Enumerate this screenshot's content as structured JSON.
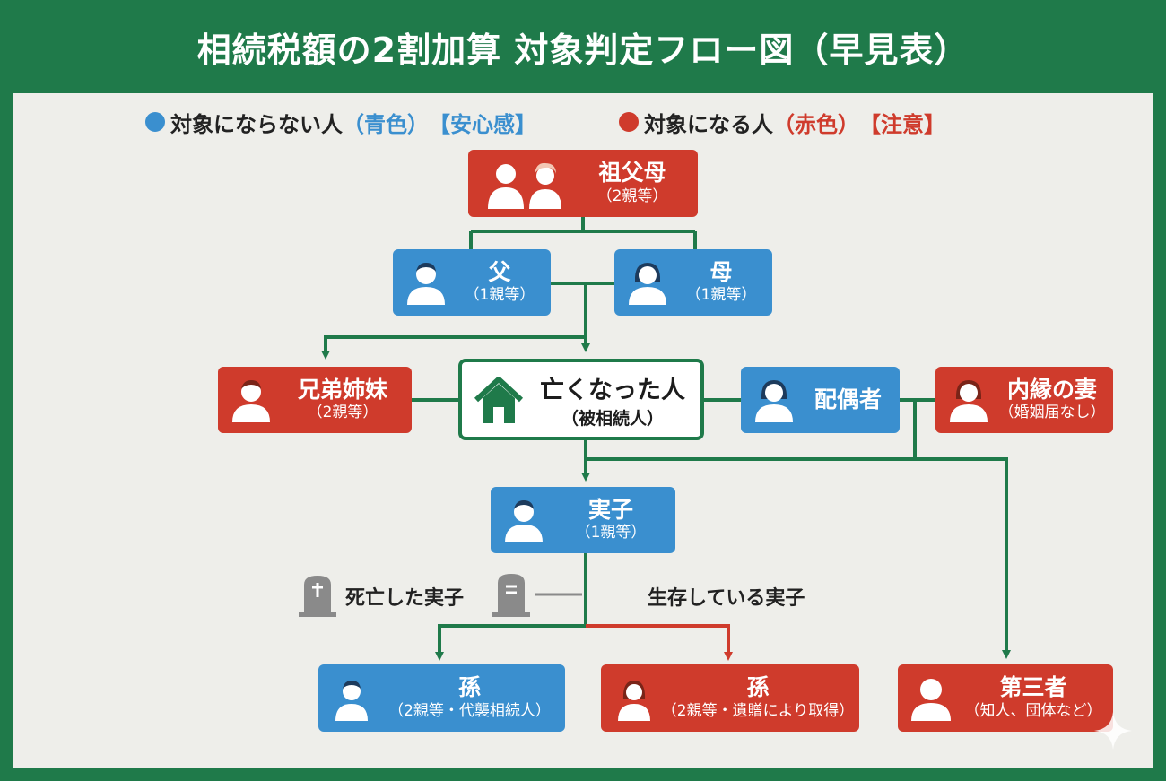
{
  "title": "相続税額の2割加算 対象判定フロー図（早見表）",
  "legend": {
    "not_target": {
      "label": "対象にならない人",
      "color_word": "（青色）",
      "mood": "【安心感】",
      "color": "#3a8fcf"
    },
    "target": {
      "label": "対象になる人",
      "color_word": "（赤色）",
      "mood": "【注意】",
      "color": "#cf3b2c"
    }
  },
  "nodes": {
    "grandparents": {
      "name": "祖父母",
      "degree": "（2親等）",
      "icon": "grandparents-icon"
    },
    "father": {
      "name": "父",
      "degree": "（1親等）",
      "icon": "man-icon"
    },
    "mother": {
      "name": "母",
      "degree": "（1親等）",
      "icon": "woman-icon"
    },
    "siblings": {
      "name": "兄弟姉妹",
      "degree": "（2親等）",
      "icon": "man-icon"
    },
    "deceased": {
      "name": "亡くなった人",
      "sub": "（被相続人）",
      "icon": "house-icon"
    },
    "spouse": {
      "name": "配偶者",
      "icon": "woman-icon"
    },
    "common_law_wife": {
      "name": "内縁の妻",
      "degree": "（婚姻届なし）",
      "icon": "woman-icon"
    },
    "child": {
      "name": "実子",
      "degree": "（1親等）",
      "icon": "man-icon"
    },
    "grandchild_substitute": {
      "name": "孫",
      "degree": "（2親等・代襲相続人）",
      "icon": "boy-icon"
    },
    "grandchild_bequest": {
      "name": "孫",
      "degree": "（2親等・遺贈により取得）",
      "icon": "girl-icon"
    },
    "third_party": {
      "name": "第三者",
      "degree": "（知人、団体など）",
      "icon": "person-icon"
    }
  },
  "branch_labels": {
    "deceased_child": "死亡した実子",
    "living_child": "生存している実子"
  },
  "colors": {
    "green": "#1f7a4a",
    "red": "#cf3b2c",
    "blue": "#3a8fcf",
    "gray": "#8a8a8a"
  }
}
